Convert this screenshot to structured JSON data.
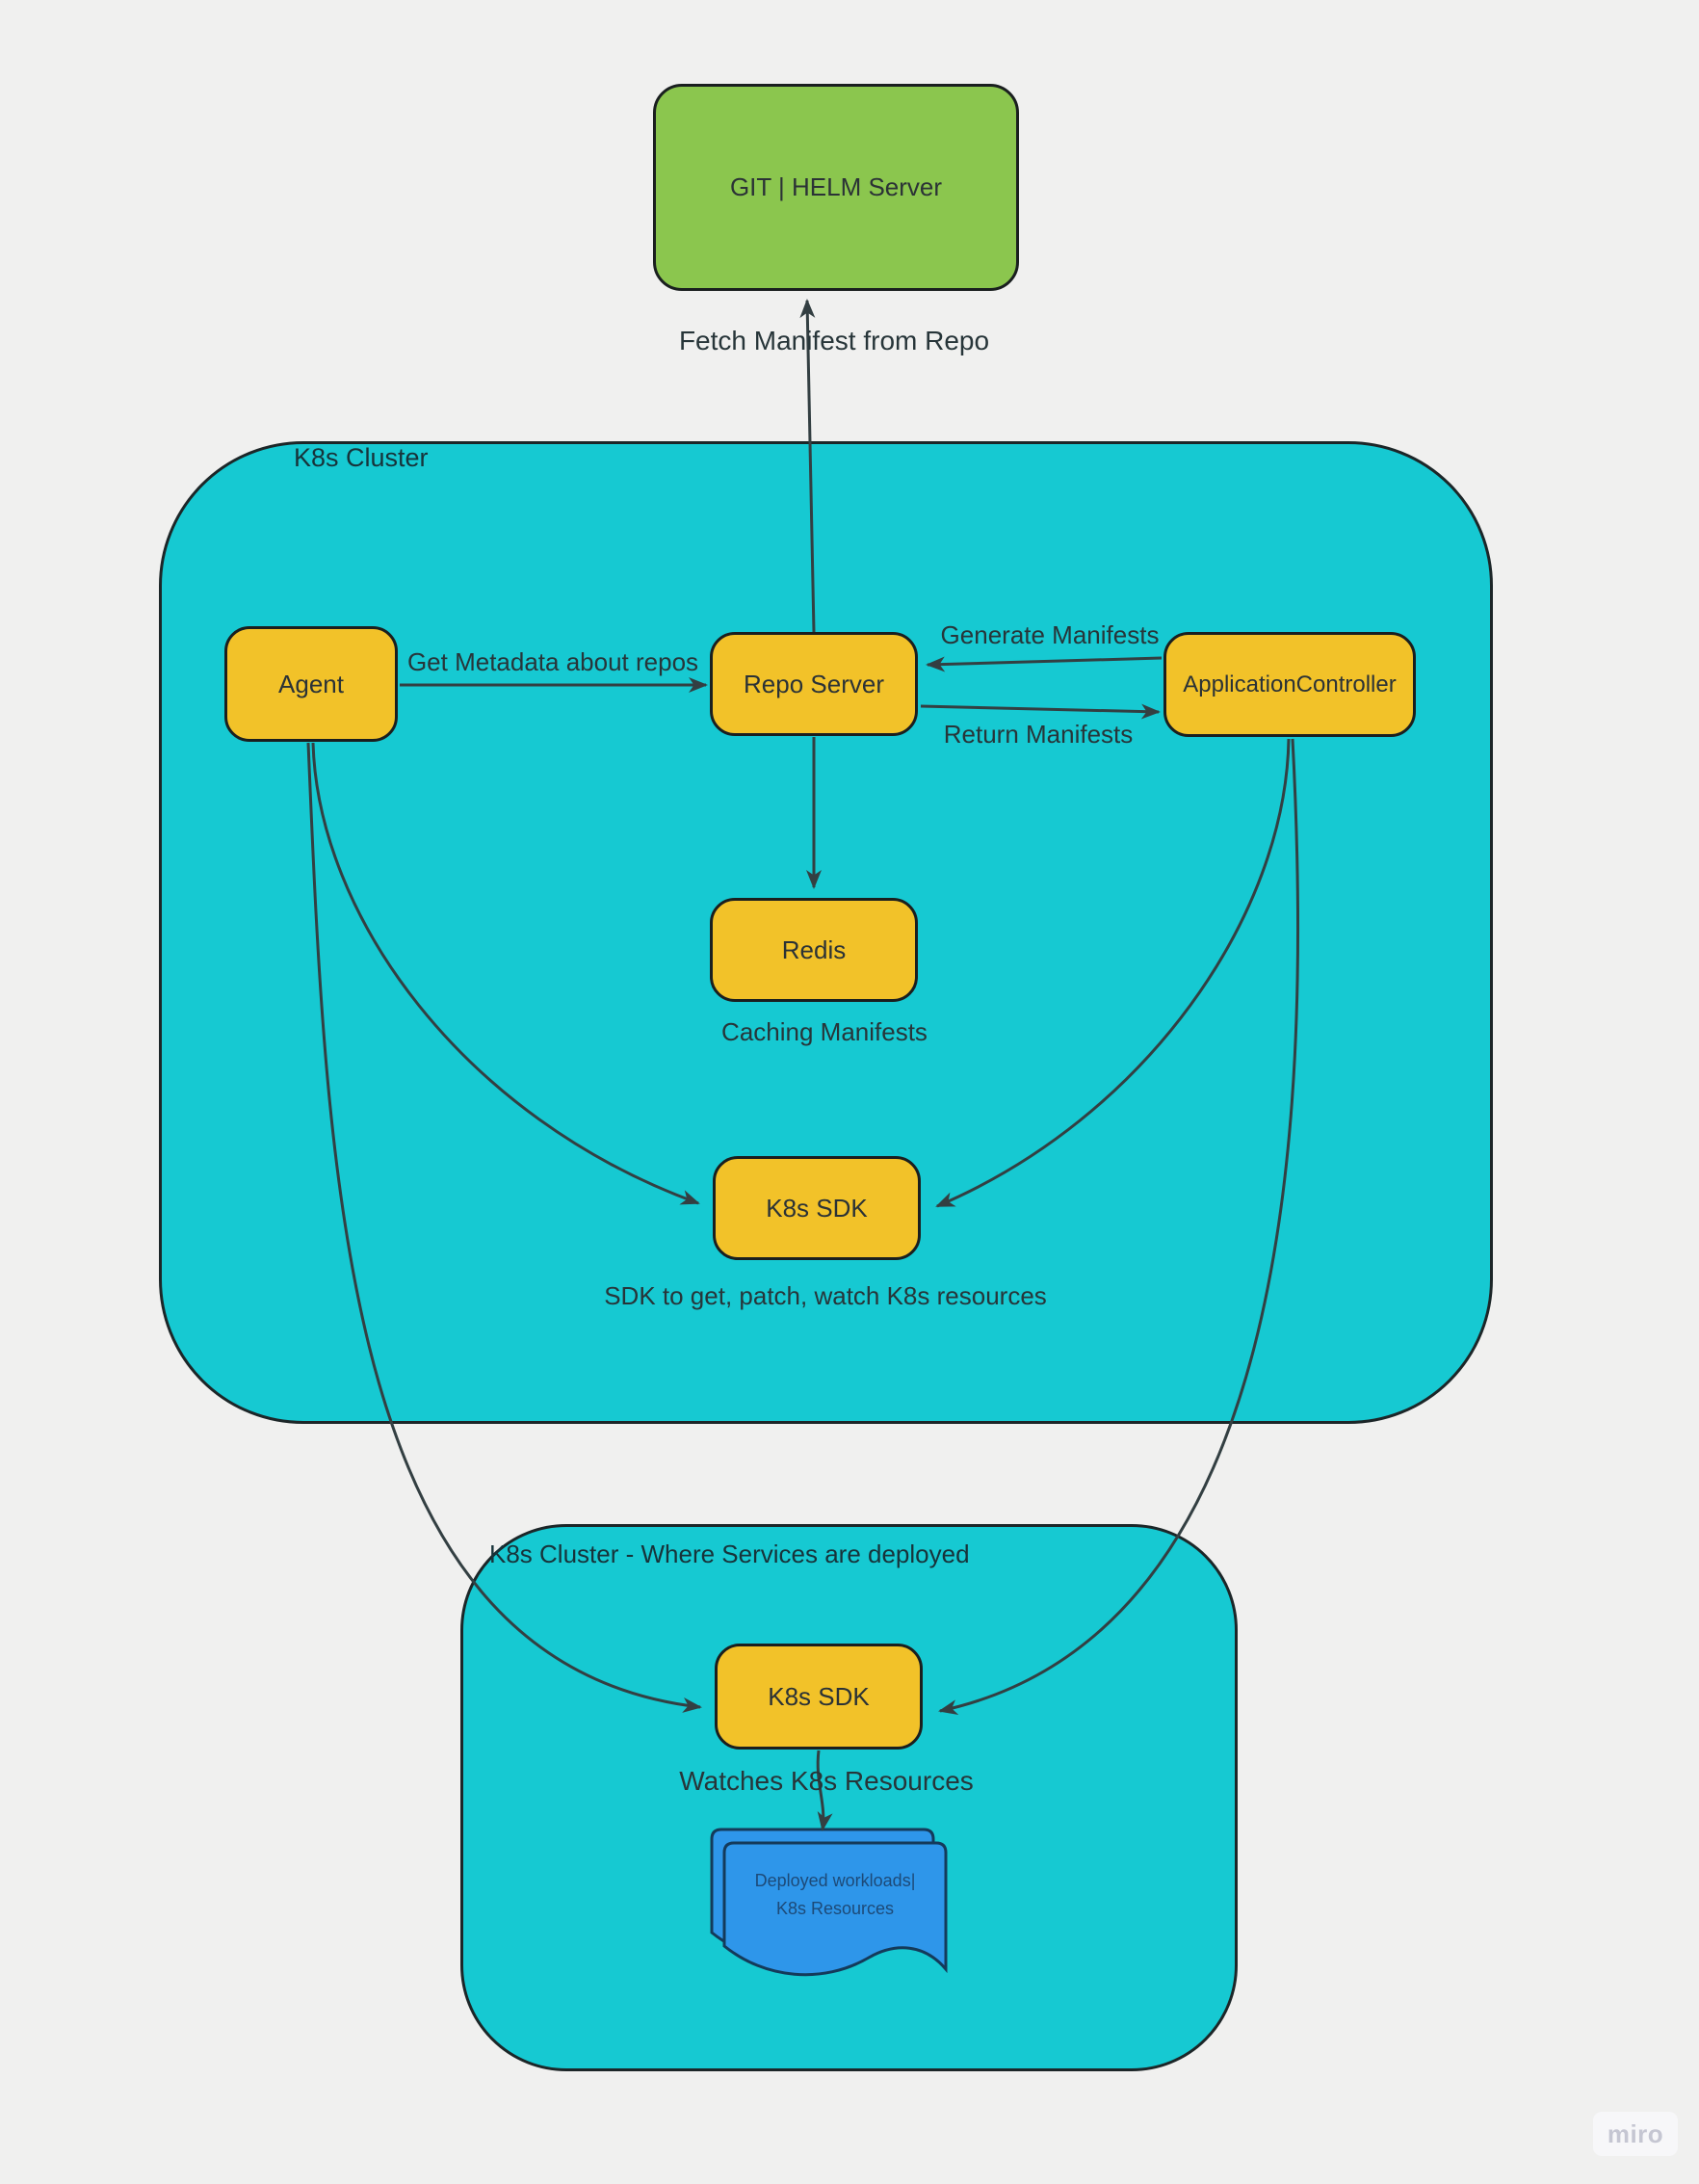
{
  "colors": {
    "background": "#f0f0ef",
    "cluster_fill": "#16c9d2",
    "node_fill": "#f2c229",
    "git_server_fill": "#8bc64e",
    "document_fill": "#2e96ea",
    "edge_stroke": "#333f42",
    "shape_border": "#1a1f1f",
    "document_text": "#1d4a78",
    "watermark_text": "#c5c6d2"
  },
  "clusters": {
    "main": "K8s Cluster",
    "deploy": "K8s Cluster - Where Services are deployed"
  },
  "nodes": {
    "git": "GIT | HELM Server",
    "agent": "Agent",
    "repo": "Repo Server",
    "appcontroller": "ApplicationController",
    "redis": "Redis",
    "sdk1": "K8s SDK",
    "sdk2": "K8s SDK"
  },
  "edge_labels": {
    "fetch": "Fetch Manifest from Repo",
    "get_metadata": "Get Metadata about repos",
    "generate": "Generate Manifests",
    "return": "Return Manifests",
    "caching": "Caching Manifests",
    "sdk_desc": "SDK to get, patch, watch K8s resources",
    "watches": "Watches K8s Resources"
  },
  "document": {
    "line1": "Deployed workloads|",
    "line2": "K8s Resources"
  },
  "watermark": "miro"
}
